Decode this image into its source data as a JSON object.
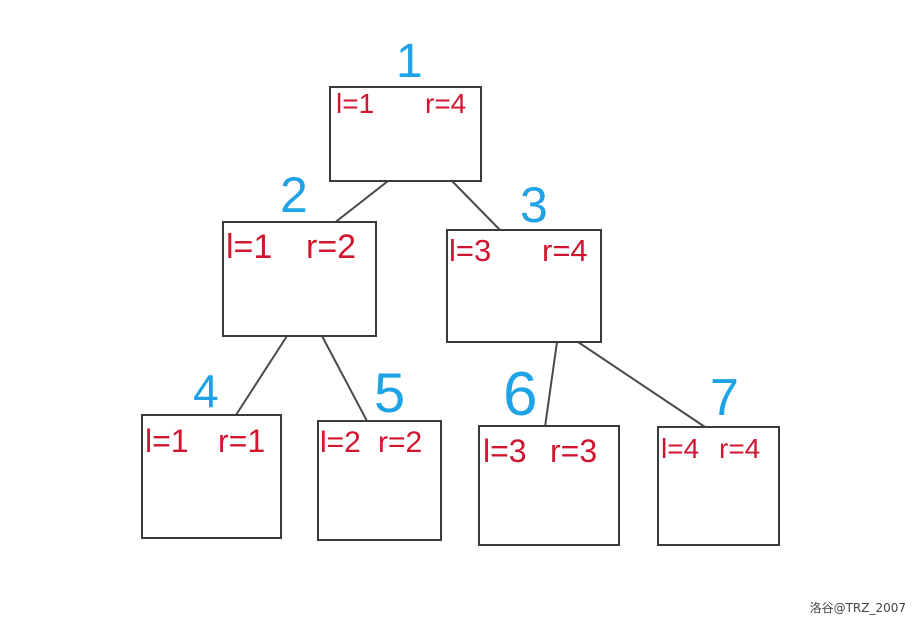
{
  "colors": {
    "node_number": "#1fa3e6",
    "range_text": "#d1142f",
    "box_border": "#3a3a3a",
    "edge": "#4a4a4a"
  },
  "nodes": [
    {
      "id": "1",
      "l": "l=1",
      "r": "r=4"
    },
    {
      "id": "2",
      "l": "l=1",
      "r": "r=2"
    },
    {
      "id": "3",
      "l": "l=3",
      "r": "r=4"
    },
    {
      "id": "4",
      "l": "l=1",
      "r": "r=1"
    },
    {
      "id": "5",
      "l": "l=2",
      "r": "r=2"
    },
    {
      "id": "6",
      "l": "l=3",
      "r": "r=3"
    },
    {
      "id": "7",
      "l": "l=4",
      "r": "r=4"
    }
  ],
  "edges": [
    {
      "from": "1",
      "to": "2"
    },
    {
      "from": "1",
      "to": "3"
    },
    {
      "from": "2",
      "to": "4"
    },
    {
      "from": "2",
      "to": "5"
    },
    {
      "from": "3",
      "to": "6"
    },
    {
      "from": "3",
      "to": "7"
    }
  ],
  "watermark": "洛谷@TRZ_2007"
}
